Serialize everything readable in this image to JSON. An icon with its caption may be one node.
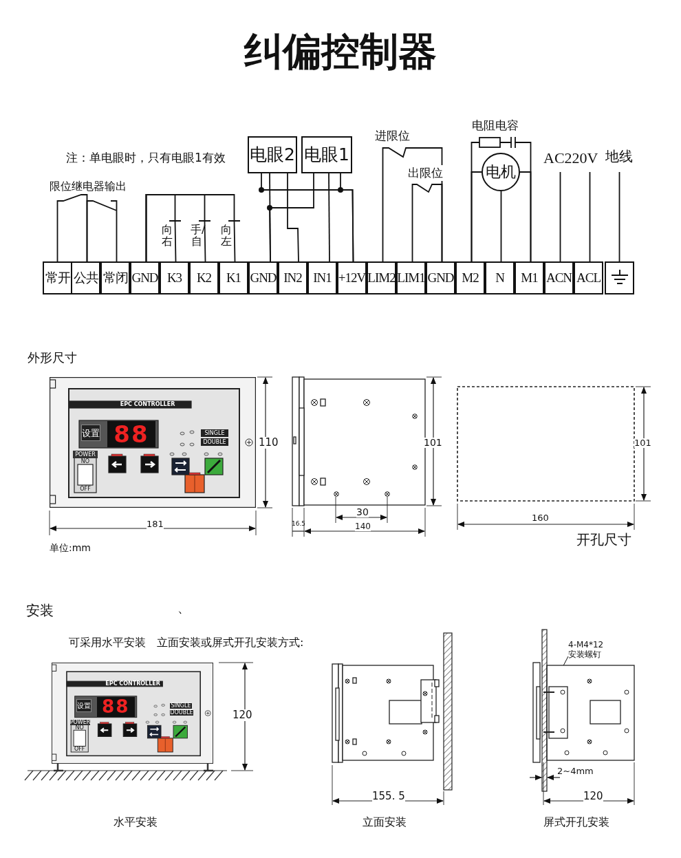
{
  "diagram": {
    "title": "纠偏控制器",
    "nodes": [
      {
        "text": [
          "电眼2"
        ]
      },
      {
        "text": [
          "电眼1"
        ]
      },
      {
        "text": [
          "电机"
        ]
      },
      {
        "text": [
          "常开"
        ]
      },
      {
        "text": [
          "公共"
        ]
      },
      {
        "text": [
          "常闭"
        ]
      },
      {
        "text": [
          "GND"
        ]
      },
      {
        "text": [
          "K3"
        ]
      },
      {
        "text": [
          "K2"
        ]
      },
      {
        "text": [
          "K1"
        ]
      },
      {
        "text": [
          "GND"
        ]
      },
      {
        "text": [
          "IN2"
        ]
      },
      {
        "text": [
          "IN1"
        ]
      },
      {
        "text": [
          "+12V"
        ]
      },
      {
        "text": [
          "LIM2"
        ]
      },
      {
        "text": [
          "LIM1"
        ]
      },
      {
        "text": [
          "GND"
        ]
      },
      {
        "text": [
          "M2"
        ]
      },
      {
        "text": [
          "N"
        ]
      },
      {
        "text": [
          "M1"
        ]
      },
      {
        "text": [
          "ACN"
        ]
      },
      {
        "text": [
          "ACL"
        ]
      },
      {
        "text": [],
        "shape": "box"
      },
      {
        "text": [
          "4-M4*12 安装螺钉"
        ]
      }
    ],
    "edges": [
      {
        "from": 3,
        "to": 4,
        "arrow": "none"
      },
      {
        "from": 4,
        "to": 5,
        "arrow": "none"
      },
      {
        "from": 6,
        "to": 7,
        "arrow": "none",
        "label": "向右"
      },
      {
        "from": 6,
        "to": 8,
        "arrow": "none",
        "label": "手/自"
      },
      {
        "from": 6,
        "to": 9,
        "arrow": "none",
        "label": "向左"
      },
      {
        "from": 0,
        "to": 13,
        "arrow": "none"
      },
      {
        "from": 0,
        "to": 10,
        "arrow": "none"
      },
      {
        "from": 0,
        "to": 11,
        "arrow": "none"
      },
      {
        "from": 1,
        "to": 10,
        "arrow": "none"
      },
      {
        "from": 1,
        "to": 12,
        "arrow": "none"
      },
      {
        "from": 1,
        "to": 13,
        "arrow": "none"
      },
      {
        "from": 14,
        "to": 16,
        "arrow": "none",
        "label": "进限位"
      },
      {
        "from": 15,
        "to": 16,
        "arrow": "none",
        "label": "出限位"
      },
      {
        "from": 2,
        "to": 17,
        "arrow": "none"
      },
      {
        "from": 2,
        "to": 18,
        "arrow": "none"
      },
      {
        "from": 2,
        "to": 19,
        "arrow": "none"
      },
      {
        "from": 17,
        "to": 19,
        "arrow": "none",
        "label": "电阻电容"
      },
      {
        "from": 20,
        "to": null,
        "arrow": "none"
      },
      {
        "from": 21,
        "to": null,
        "arrow": "none"
      },
      {
        "from": 22,
        "to": null,
        "arrow": "none"
      },
      {
        "from": 23,
        "to": null,
        "arrow": "none"
      }
    ],
    "labels": [
      "注：单电眼时，只有电眼1有效",
      "限位继电器输出",
      "AC220V",
      "地线",
      "外形尺寸",
      "EPC CONTROLLER",
      "设置",
      "88",
      "SINGLE",
      "DOUBLE",
      "POWER",
      "NO",
      "OFF",
      "110",
      "101",
      "101",
      "30",
      "181",
      "16.5",
      "140",
      "160",
      "开孔尺寸",
      "单位:mm",
      "安装",
      "、",
      "可采用水平安装　立面安装或屏式开孔安装方式:",
      "EPC CONTROLLER",
      "设置",
      "88",
      "SINGLE",
      "DOUBLE",
      "POWER",
      "NO",
      "OFF",
      "120",
      "2~4mm",
      "155. 5",
      "120",
      "水平安装",
      "立面安装",
      "屏式开孔安装"
    ]
  }
}
